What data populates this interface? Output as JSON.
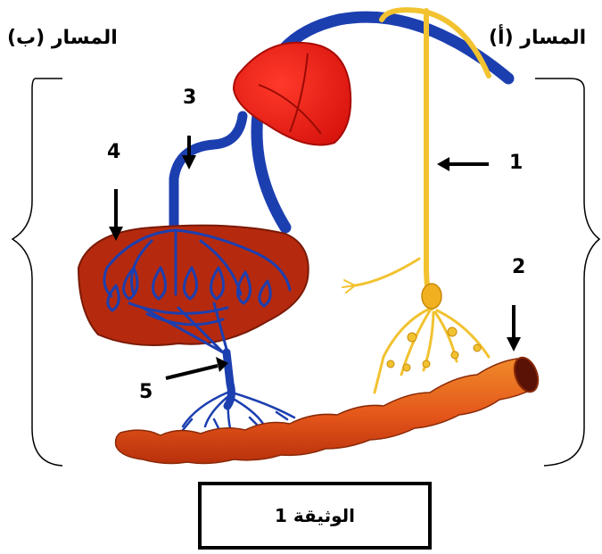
{
  "labels": {
    "path_a": "المسار (أ)",
    "path_b": "المسار (ب)",
    "n1": "1",
    "n2": "2",
    "n3": "3",
    "n4": "4",
    "n5": "5"
  },
  "caption": "الوثيقة 1",
  "colors": {
    "vessel": "#1c3fb0",
    "nerve": "#f2c230",
    "heart": "#e8201a",
    "liver": "#b52a0e",
    "intestine": "#e8601a"
  }
}
